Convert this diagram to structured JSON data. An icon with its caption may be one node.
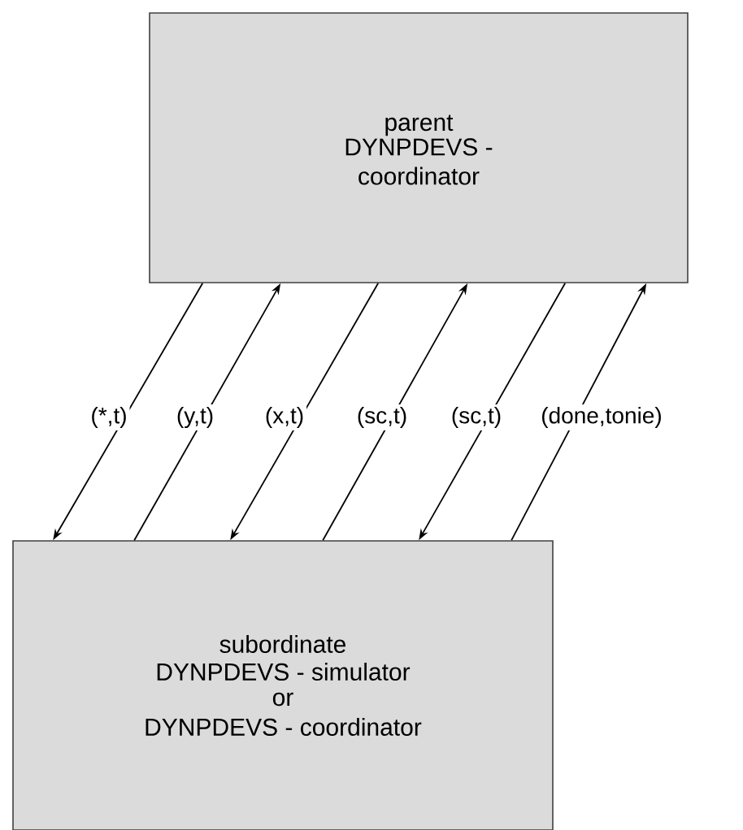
{
  "diagram": {
    "nodes": [
      {
        "text": [
          "parent",
          "DYNPDEVS - coordinator"
        ]
      },
      {
        "text": [
          "subordinate",
          "DYNPDEVS - simulator",
          "or",
          "DYNPDEVS - coordinator"
        ]
      }
    ],
    "edges": [
      {
        "from": 0,
        "to": 1,
        "arrow": "to",
        "label": "(*,t)"
      },
      {
        "from": 1,
        "to": 0,
        "arrow": "to",
        "label": "(y,t)"
      },
      {
        "from": 0,
        "to": 1,
        "arrow": "to",
        "label": "(x,t)"
      },
      {
        "from": 1,
        "to": 0,
        "arrow": "to",
        "label": "(sc,t)"
      },
      {
        "from": 0,
        "to": 1,
        "arrow": "to",
        "label": "(sc,t)"
      },
      {
        "from": 1,
        "to": 0,
        "arrow": "to",
        "label": "(done,tonie)"
      }
    ]
  }
}
